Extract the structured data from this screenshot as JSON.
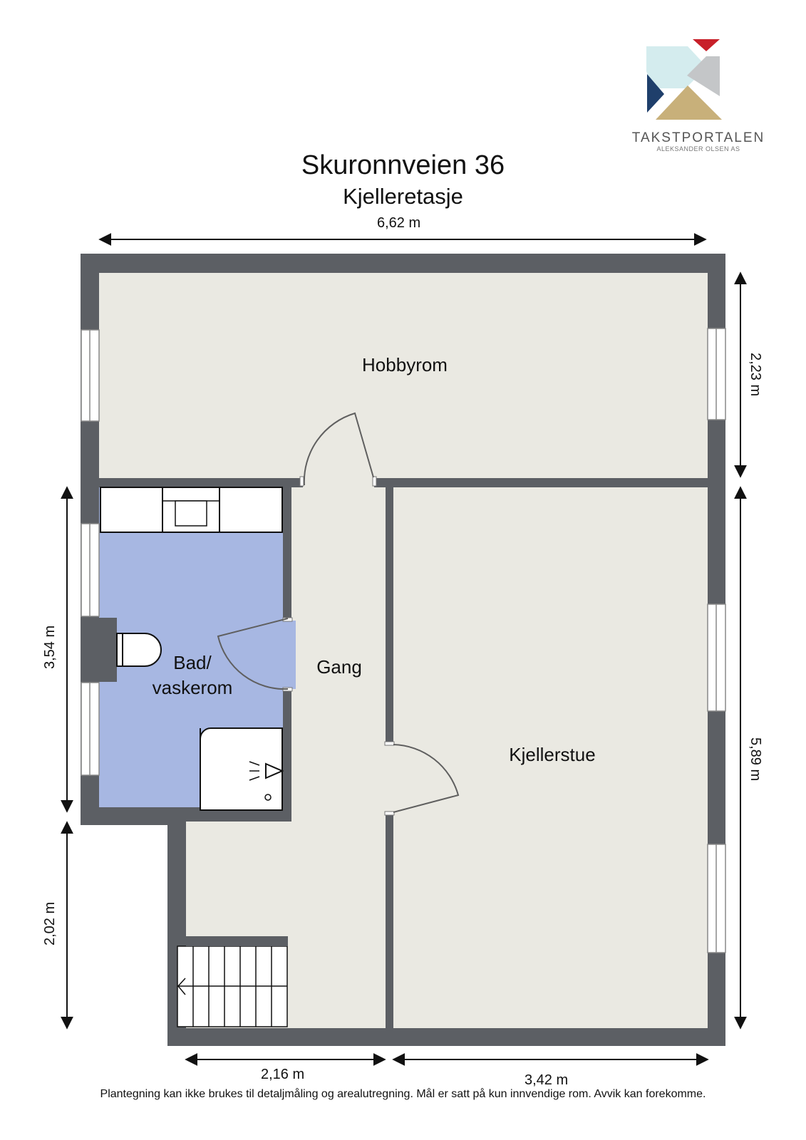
{
  "header": {
    "title": "Skuronnveien 36",
    "subtitle": "Kjelleretasje"
  },
  "logo": {
    "name": "TAKSTPORTALEN",
    "company": "ALEKSANDER OLSEN AS",
    "icon": "takstportalen-logo-icon",
    "colors": {
      "red": "#c8202a",
      "light_cyan": "#d4ecee",
      "gray": "#c4c6c8",
      "navy": "#1f3f6b",
      "gold": "#c8b07a"
    }
  },
  "dimensions": {
    "top_width": "6,62 m",
    "right_upper": "2,23 m",
    "right_lower": "5,89 m",
    "left_upper": "3,54 m",
    "left_lower": "2,02 m",
    "bottom_left": "2,16 m",
    "bottom_right": "3,42 m"
  },
  "rooms": [
    {
      "id": "hobbyrom",
      "label": "Hobbyrom"
    },
    {
      "id": "bad",
      "label_line1": "Bad/",
      "label_line2": "vaskerom"
    },
    {
      "id": "gang",
      "label": "Gang"
    },
    {
      "id": "kjellerstue",
      "label": "Kjellerstue"
    }
  ],
  "colors": {
    "wall": "#5c5f64",
    "floor": "#eae9e2",
    "bathroom": "#a7b7e2",
    "fixture": "#ffffff",
    "line": "#5f5f5f"
  },
  "footer": {
    "disclaimer": "Plantegning kan ikke brukes til detaljmåling og arealutregning. Mål er satt på kun innvendige rom. Avvik kan forekomme."
  }
}
